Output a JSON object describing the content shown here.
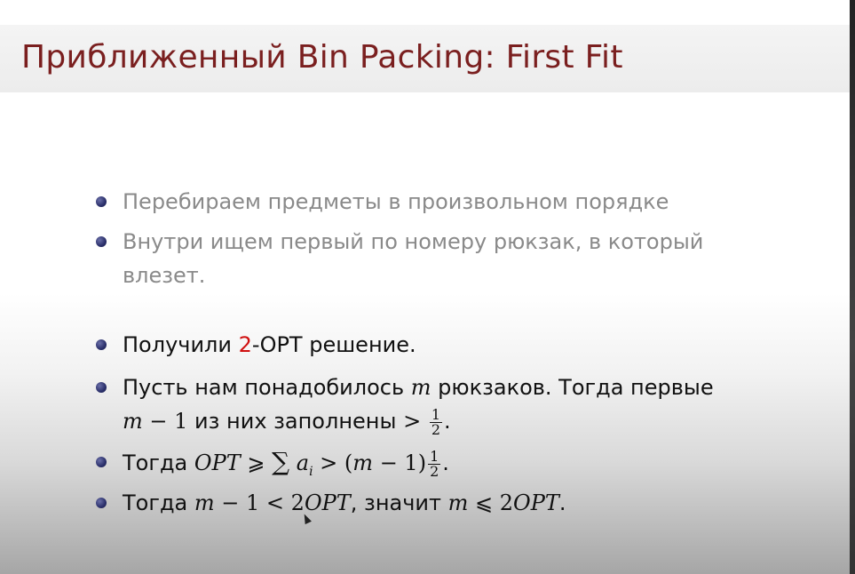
{
  "slide": {
    "title": "Приближенный Bin Packing: First Fit",
    "items": [
      {
        "text": "Перебираем предметы в произвольном порядке"
      },
      {
        "line1": "Внутри ищем первый по номеру рюкзак, в который",
        "line2": "влезет."
      },
      {
        "pre": "Получили ",
        "highlight": "2",
        "post": "-OPT решение."
      },
      {
        "l1_pre": "Пусть нам понадобилось ",
        "l1_var": "m",
        "l1_post": " рюкзаков. Тогда первые",
        "l2_var": "m",
        "l2_expr": " − 1",
        "l2_text": " из них заполнены ",
        "l2_op": ">",
        "frac_num": "1",
        "frac_den": "2",
        "l2_end": "."
      },
      {
        "pre": "Тогда ",
        "opt": "OPT",
        "geq": " ⩾ ",
        "sum": "∑",
        "a": "a",
        "i": "i",
        "gt": " > ",
        "paren": "(",
        "m": "m",
        "minus": " − 1)",
        "frac_num": "1",
        "frac_den": "2",
        "end": "."
      },
      {
        "pre": "Тогда ",
        "m": "m",
        "minus": " − 1 < ",
        "two": "2",
        "opt": "OPT",
        "mid": ", значит ",
        "m2": "m",
        "leq": " ⩽ ",
        "two2": "2",
        "opt2": "OPT",
        "end": "."
      }
    ]
  },
  "colors": {
    "title": "#7a1f1f",
    "highlight": "#d01010",
    "faded_text": "#8a8a8a",
    "bullet": "#2a2f6a"
  },
  "icons": {
    "bullet": "ball-bullet-icon",
    "cursor": "mouse-pointer-icon"
  }
}
